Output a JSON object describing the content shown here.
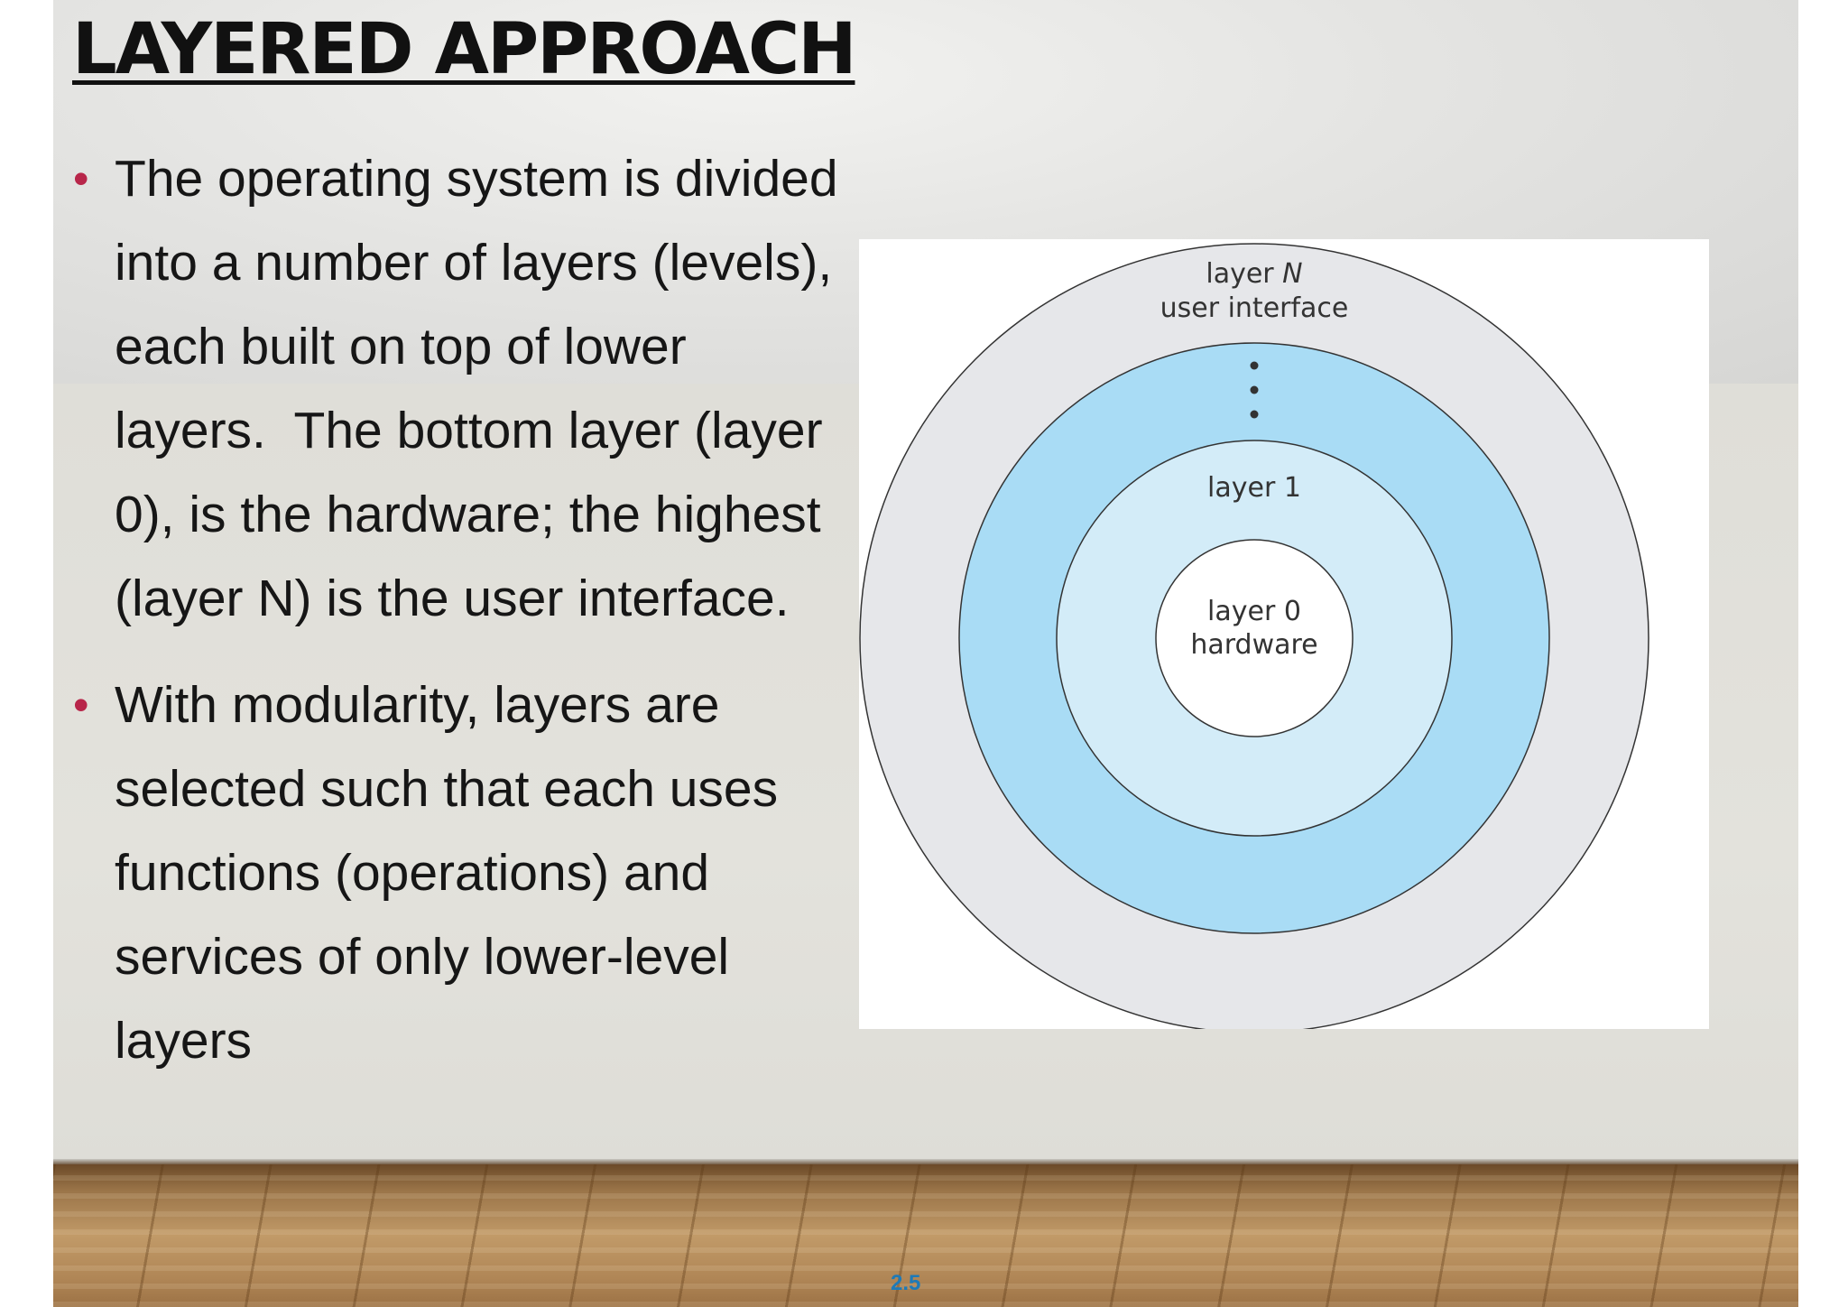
{
  "slide": {
    "title": "LAYERED APPROACH",
    "bullets": [
      {
        "lines": [
          "The operating system is divided",
          "into a number of layers (levels),",
          "each built on top of lower",
          "layers.  The bottom layer (layer",
          "0), is the hardware; the highest",
          "(layer N) is the user interface."
        ]
      },
      {
        "lines": [
          "With modularity, layers are",
          "selected such that each uses",
          "functions (operations) and",
          "services of only lower-level",
          "layers"
        ]
      }
    ],
    "bullet_symbol": "•",
    "page_number": "2.5"
  },
  "diagram": {
    "layers": [
      {
        "name": "layer N",
        "description": "user interface",
        "color": "#e6e7ea"
      },
      {
        "name": "",
        "description": "",
        "color": "#a9dcf5"
      },
      {
        "name": "layer 1",
        "description": "",
        "color": "#d3ecf8"
      },
      {
        "name": "layer 0",
        "description": "hardware",
        "color": "#ffffff"
      }
    ],
    "outer_layer_prefix": "layer ",
    "outer_layer_italic": "N",
    "ellipsis": "⋮"
  },
  "colors": {
    "bullet": "#b8264a",
    "page_number": "#1e7ab8",
    "ring_stroke": "#333333"
  }
}
